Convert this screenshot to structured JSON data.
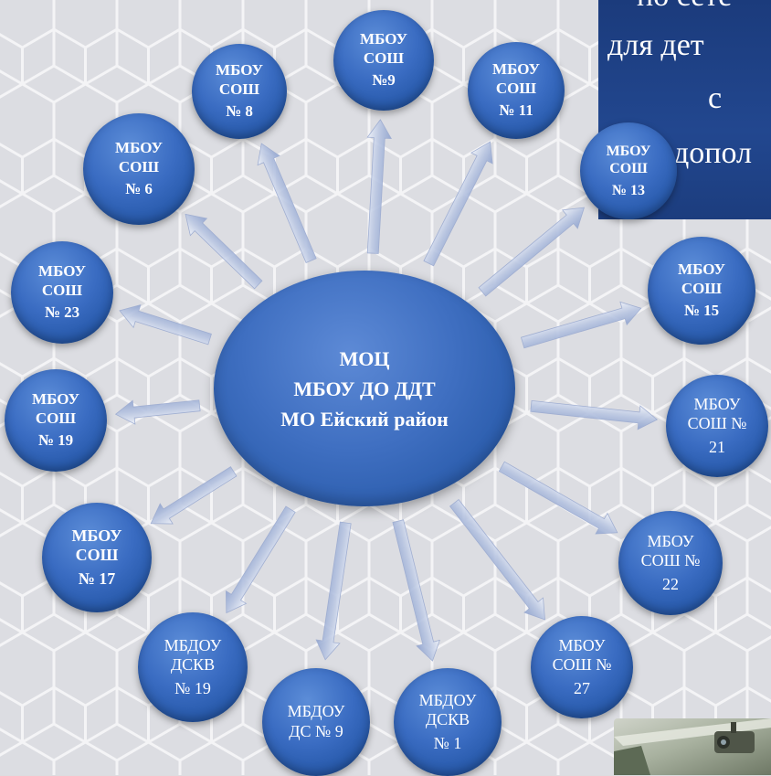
{
  "banner": {
    "lines": [
      "по сете",
      "для дет",
      "с",
      "допол"
    ]
  },
  "center": {
    "line1": "МОЦ",
    "line2": "МБОУ ДО ДДТ",
    "line3": "МО Ейский район"
  },
  "nodes": [
    {
      "lines": [
        "МБОУ",
        "СОШ",
        "№9"
      ]
    },
    {
      "lines": [
        "МБОУ",
        "СОШ",
        "№ 8"
      ]
    },
    {
      "lines": [
        "МБОУ",
        "СОШ",
        "№ 11"
      ]
    },
    {
      "lines": [
        "МБОУ",
        "СОШ",
        "№ 6"
      ]
    },
    {
      "lines": [
        "МБОУ",
        "СОШ",
        "№ 13"
      ]
    },
    {
      "lines": [
        "МБОУ",
        "СОШ",
        "№ 23"
      ]
    },
    {
      "lines": [
        "МБОУ",
        "СОШ",
        "№ 15"
      ]
    },
    {
      "lines": [
        "МБОУ",
        "СОШ",
        "№ 19"
      ]
    },
    {
      "lines": [
        "МБОУ",
        "СОШ №",
        "21"
      ]
    },
    {
      "lines": [
        "МБОУ",
        "СОШ",
        "№ 17"
      ]
    },
    {
      "lines": [
        "МБОУ",
        "СОШ №",
        "22"
      ]
    },
    {
      "lines": [
        "МБДОУ",
        "ДСКВ",
        "№ 19"
      ]
    },
    {
      "lines": [
        "МБОУ",
        "СОШ №",
        "27"
      ]
    },
    {
      "lines": [
        "МБДОУ",
        "ДС № 9"
      ]
    },
    {
      "lines": [
        "МБДОУ",
        "ДСКВ",
        "№ 1"
      ]
    }
  ]
}
